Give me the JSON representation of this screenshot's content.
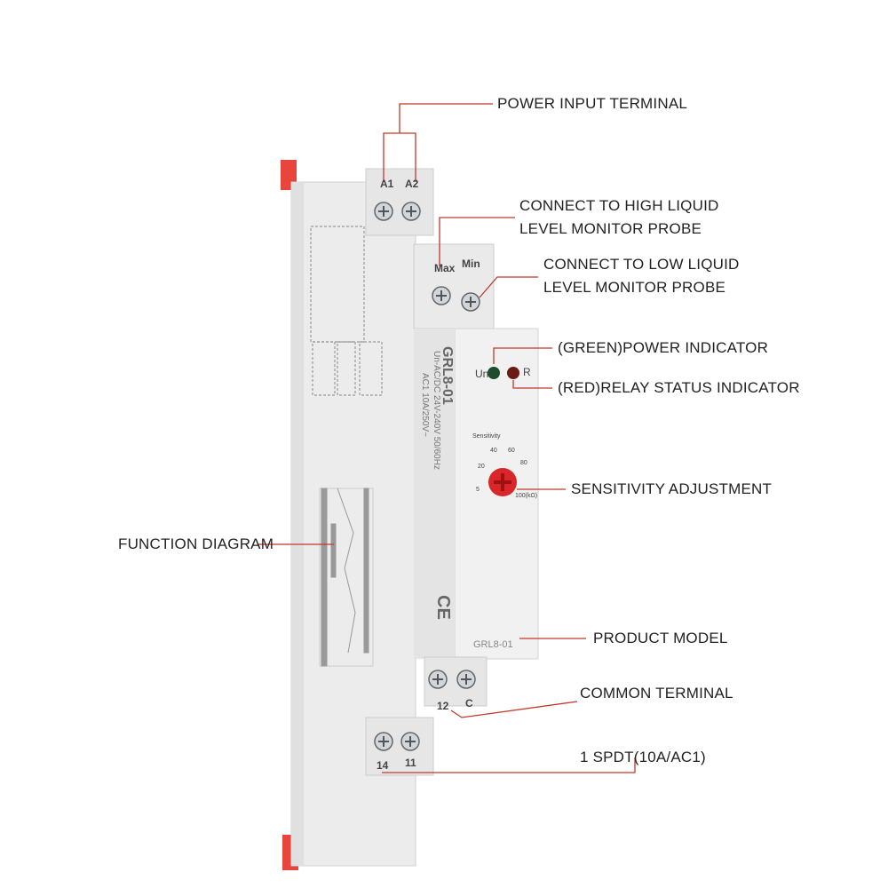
{
  "callouts": {
    "power_input": "POWER INPUT TERMINAL",
    "high_probe_1": "CONNECT TO HIGH LIQUID",
    "high_probe_2": "LEVEL MONITOR PROBE",
    "low_probe_1": "CONNECT TO LOW LIQUID",
    "low_probe_2": "LEVEL MONITOR PROBE",
    "power_indicator": "(GREEN)POWER INDICATOR",
    "relay_indicator": "(RED)RELAY STATUS INDICATOR",
    "sensitivity": "SENSITIVITY ADJUSTMENT",
    "function_diagram": "FUNCTION DIAGRAM",
    "product_model": "PRODUCT MODEL",
    "common_terminal": "COMMON TERMINAL",
    "spdt": "1 SPDT(10A/AC1)"
  },
  "device": {
    "terminals": {
      "a1": "A1",
      "a2": "A2",
      "max": "Max",
      "min": "Min",
      "t12": "12",
      "c": "C",
      "t14": "14",
      "t11": "11"
    },
    "led_un": "Un",
    "led_r": "R",
    "sensitivity_label": "Sensitivity",
    "dial_marks": [
      "5",
      "20",
      "40",
      "60",
      "80",
      "100(kΩ)"
    ],
    "model_side": "GRL8-01",
    "spec_1": "Un-AC/DC 24V-240V 50/60Hz",
    "spec_2": "AC1 10A/250V~",
    "ce_mark": "CE",
    "model_front": "GRL8-01"
  },
  "colors": {
    "callout_line": "#c0392b",
    "clip": "#e8453c",
    "dial": "#d8262a",
    "green_led": "#1f4d2b",
    "red_led": "#6b1a14"
  }
}
